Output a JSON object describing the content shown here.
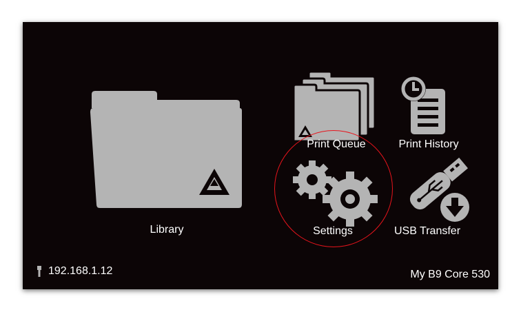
{
  "home": {
    "library_label": "Library",
    "print_queue_label": "Print Queue",
    "print_history_label": "Print History",
    "settings_label": "Settings",
    "usb_transfer_label": "USB Transfer"
  },
  "status": {
    "ip_address": "192.168.1.12",
    "printer_name": "My B9 Core 530"
  },
  "icons": {
    "library": "folder-icon",
    "print_queue": "stacked-folders-icon",
    "print_history": "clock-document-icon",
    "settings": "gears-icon",
    "usb_transfer": "usb-download-icon",
    "network": "ethernet-icon",
    "brand": "b9-logo-icon"
  },
  "colors": {
    "background": "#0c0506",
    "icon": "#b4b4b4",
    "text": "#ffffff",
    "highlight": "#e8141c"
  }
}
